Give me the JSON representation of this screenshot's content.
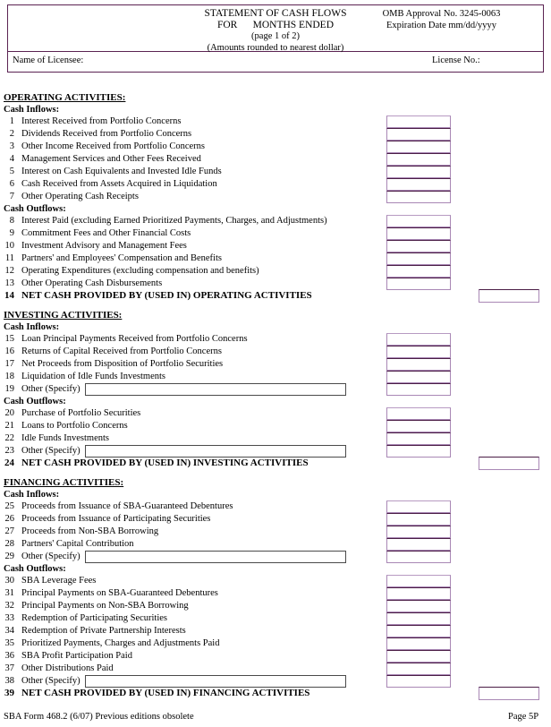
{
  "header": {
    "title": "STATEMENT OF CASH FLOWS",
    "for_label": "FOR",
    "months_ended": "MONTHS ENDED",
    "page_of": "(page 1 of 2)",
    "rounding_note": "(Amounts rounded to nearest dollar)",
    "omb_approval": "OMB Approval No. 3245-0063",
    "expiration": "Expiration Date  mm/dd/yyyy",
    "name_of_licensee": "Name of Licensee:",
    "license_no": "License No.:"
  },
  "labels": {
    "cash_inflows": "Cash Inflows:",
    "cash_outflows": "Cash Outflows:"
  },
  "sections": [
    {
      "title": "OPERATING ACTIVITIES:",
      "inflows": [
        {
          "num": "1",
          "label": "Interest Received from Portfolio Concerns"
        },
        {
          "num": "2",
          "label": "Dividends Received from Portfolio Concerns"
        },
        {
          "num": "3",
          "label": "Other Income Received from Portfolio Concerns"
        },
        {
          "num": "4",
          "label": "Management Services and Other Fees Received"
        },
        {
          "num": "5",
          "label": "Interest on Cash Equivalents and Invested Idle Funds"
        },
        {
          "num": "6",
          "label": "Cash Received from Assets Acquired in Liquidation"
        },
        {
          "num": "7",
          "label": "Other Operating Cash Receipts"
        }
      ],
      "outflows": [
        {
          "num": "8",
          "label": "Interest Paid (excluding Earned Prioritized Payments, Charges, and Adjustments)"
        },
        {
          "num": "9",
          "label": "Commitment Fees and Other Financial Costs"
        },
        {
          "num": "10",
          "label": "Investment Advisory and Management Fees"
        },
        {
          "num": "11",
          "label": "Partners' and Employees' Compensation and Benefits"
        },
        {
          "num": "12",
          "label": "Operating Expenditures (excluding compensation and benefits)"
        },
        {
          "num": "13",
          "label": "Other Operating Cash Disbursements"
        }
      ],
      "total": {
        "num": "14",
        "label": "NET CASH PROVIDED BY (USED IN) OPERATING ACTIVITIES"
      }
    },
    {
      "title": "INVESTING ACTIVITIES:",
      "inflows": [
        {
          "num": "15",
          "label": "Loan Principal Payments Received from Portfolio Concerns"
        },
        {
          "num": "16",
          "label": "Returns of Capital Received from Portfolio Concerns"
        },
        {
          "num": "17",
          "label": "Net Proceeds from Disposition of Portfolio Securities"
        },
        {
          "num": "18",
          "label": "Liquidation of Idle Funds Investments"
        },
        {
          "num": "19",
          "label": "Other (Specify)",
          "specify": true,
          "specify_value": ""
        }
      ],
      "outflows": [
        {
          "num": "20",
          "label": "Purchase of Portfolio Securities"
        },
        {
          "num": "21",
          "label": "Loans to Portfolio Concerns"
        },
        {
          "num": "22",
          "label": "Idle Funds Investments"
        },
        {
          "num": "23",
          "label": "Other (Specify)",
          "specify": true,
          "specify_value": ""
        }
      ],
      "total": {
        "num": "24",
        "label": "NET CASH PROVIDED BY (USED IN) INVESTING ACTIVITIES"
      }
    },
    {
      "title": "FINANCING ACTIVITIES:",
      "inflows": [
        {
          "num": "25",
          "label": "Proceeds from Issuance of SBA-Guaranteed Debentures"
        },
        {
          "num": "26",
          "label": "Proceeds from Issuance of Participating Securities"
        },
        {
          "num": "27",
          "label": "Proceeds from Non-SBA Borrowing"
        },
        {
          "num": "28",
          "label": "Partners' Capital Contribution"
        },
        {
          "num": "29",
          "label": "Other (Specify)",
          "specify": true,
          "specify_value": ""
        }
      ],
      "outflows": [
        {
          "num": "30",
          "label": "SBA Leverage Fees"
        },
        {
          "num": "31",
          "label": "Principal Payments on SBA-Guaranteed Debentures"
        },
        {
          "num": "32",
          "label": "Principal Payments on Non-SBA Borrowing"
        },
        {
          "num": "33",
          "label": "Redemption of Participating Securities"
        },
        {
          "num": "34",
          "label": "Redemption of Private Partnership Interests"
        },
        {
          "num": "35",
          "label": "Prioritized Payments, Charges and Adjustments Paid"
        },
        {
          "num": "36",
          "label": "SBA Profit Participation Paid"
        },
        {
          "num": "37",
          "label": "Other Distributions Paid"
        },
        {
          "num": "38",
          "label": "Other (Specify)",
          "specify": true,
          "specify_value": ""
        }
      ],
      "total": {
        "num": "39",
        "label": "NET CASH PROVIDED BY (USED IN) FINANCING ACTIVITIES"
      }
    }
  ],
  "footer": {
    "form_info": "SBA Form 468.2 (6/07)  Previous editions obsolete",
    "page_label": "Page 5P"
  },
  "colors": {
    "border_purple": "#5b2352",
    "box_light": "#a987b5",
    "box_dark": "#4a1d45",
    "specify_border": "#4a4a4a"
  }
}
